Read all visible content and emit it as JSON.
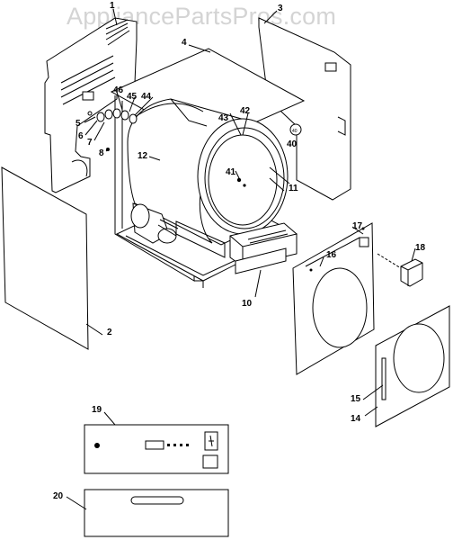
{
  "watermark": "AppliancePartsPros.com",
  "callouts": {
    "c1": "1",
    "c2": "2",
    "c3": "3",
    "c4": "4",
    "c5": "5",
    "c6": "6",
    "c7": "7",
    "c8": "8",
    "c10": "10",
    "c11": "11",
    "c12": "12",
    "c14": "14",
    "c15": "15",
    "c16": "16",
    "c17": "17",
    "c18": "18",
    "c19": "19",
    "c20": "20",
    "c40": "40",
    "c41": "41",
    "c42": "42",
    "c43": "43",
    "c44": "44",
    "c45": "45",
    "c46": "46"
  },
  "icons": {
    "clock": "clock-symbol-icon"
  }
}
